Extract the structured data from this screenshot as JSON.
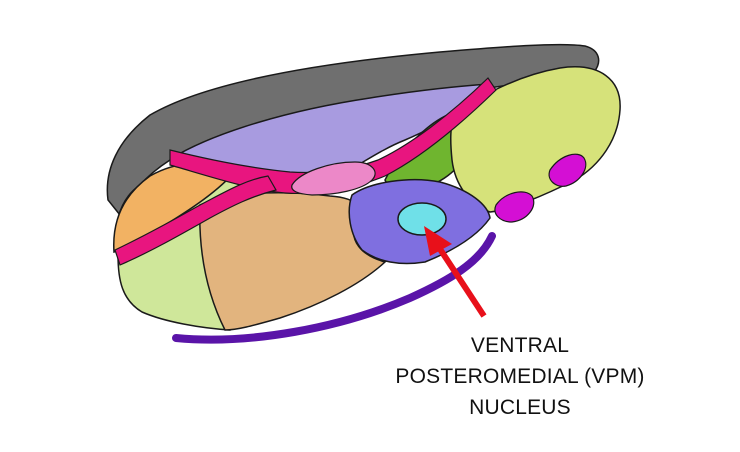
{
  "annotation": {
    "lines": [
      "VENTRAL",
      "POSTEROMEDIAL (VPM)",
      "NUCLEUS"
    ],
    "arrow_color": "#e8101a"
  },
  "colors": {
    "outline_gray": "#6f6f6f",
    "lavender": "#a89be0",
    "magenta_lamina": "#e8157f",
    "pink_pocket": "#ec88c8",
    "green_cap": "#6fb52f",
    "yellow_green": "#d6e27a",
    "bright_magenta": "#d40fd4",
    "orange": "#f2b263",
    "tan": "#e2b47e",
    "light_green": "#cfe79a",
    "violet": "#7f6fe0",
    "cyan_vpm": "#6fe0e8",
    "purple_band": "#5a14a8"
  }
}
